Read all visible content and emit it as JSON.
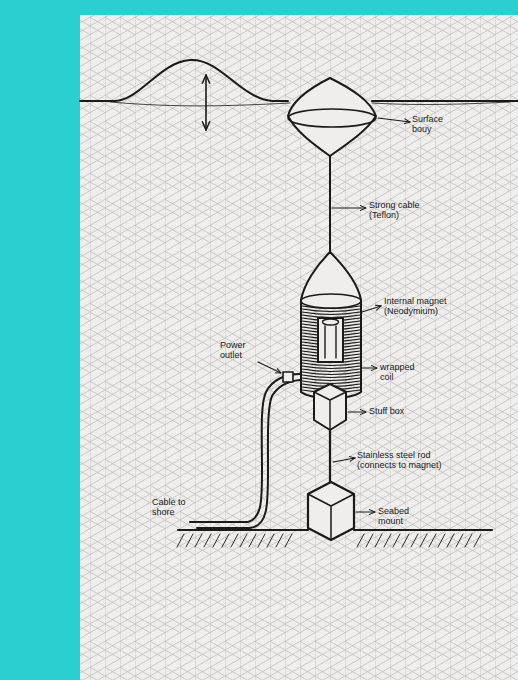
{
  "diagram": {
    "labels": [
      "Surface bouy",
      "Strong cable (Teflon)",
      "Internal magnet (Neodymium)",
      "Power outlet",
      "wrapped coil",
      "Stuff box",
      "Stainless steel rod (connects to magnet)",
      "Cable to shore",
      "Seabed mount"
    ]
  }
}
